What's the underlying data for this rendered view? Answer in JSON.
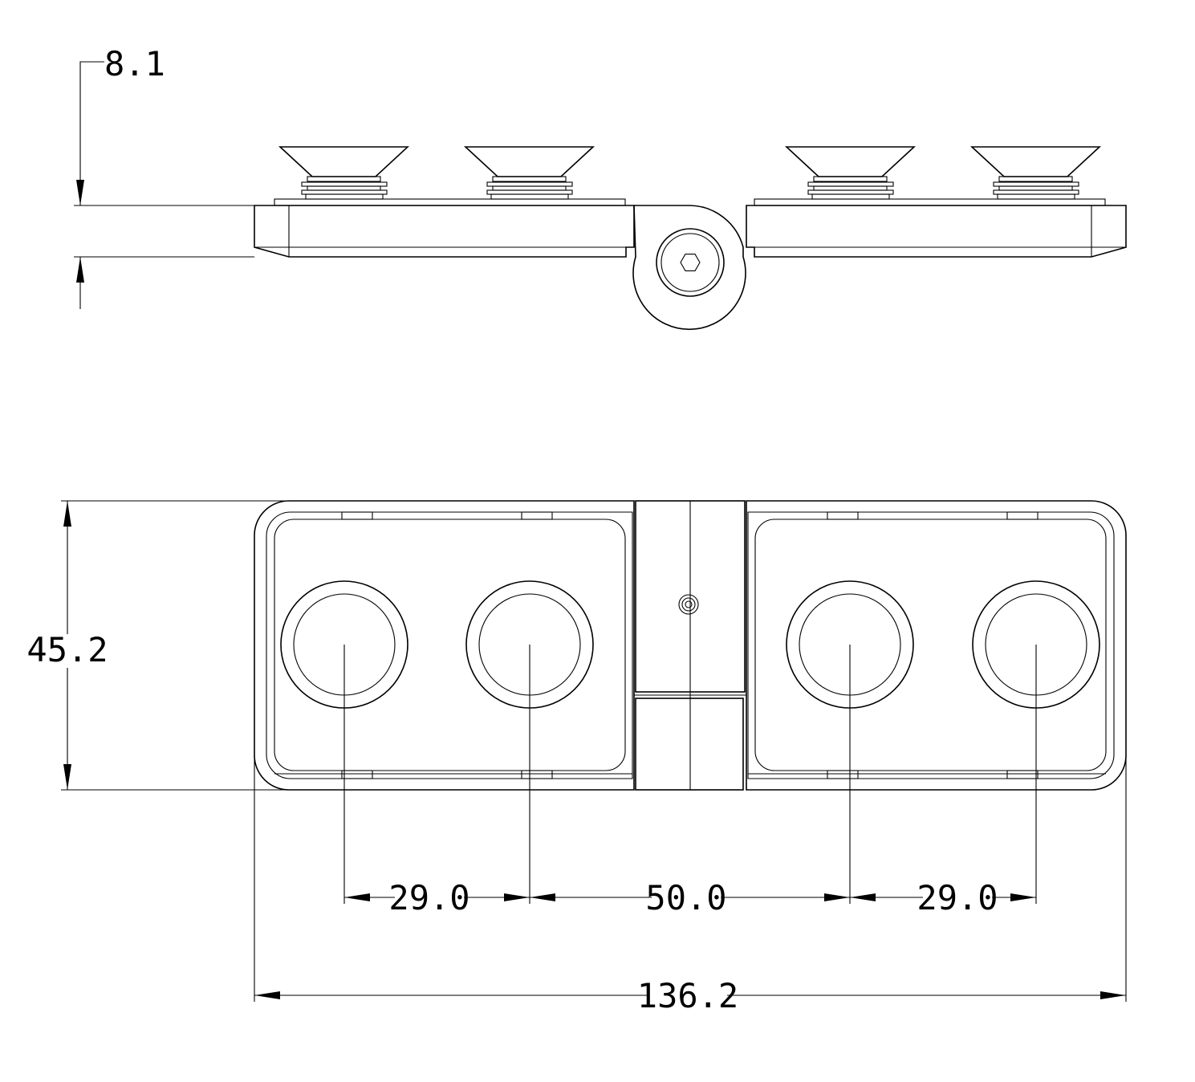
{
  "dimensions": {
    "thickness": "8.1",
    "height": "45.2",
    "pitch_left": "29.0",
    "pitch_middle": "50.0",
    "pitch_right": "29.0",
    "overall_width": "136.2"
  },
  "colors": {
    "line": "#000000",
    "background": "#ffffff"
  }
}
